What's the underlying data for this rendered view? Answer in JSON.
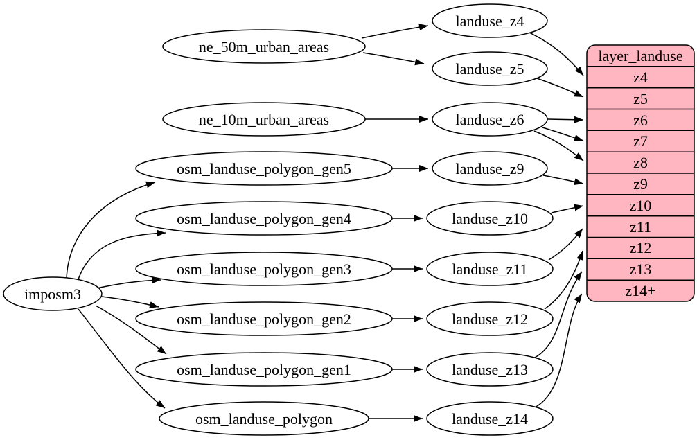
{
  "diagram": {
    "type": "digraph",
    "background": "#ffffff",
    "node_fill": "#ffffff",
    "node_stroke": "#000000",
    "record_fill": "#ffb6c1",
    "edge_color": "#000000",
    "text_color": "#000000"
  },
  "nodes": {
    "imposm3": {
      "label": "imposm3"
    },
    "ne_50m_urban_areas": {
      "label": "ne_50m_urban_areas"
    },
    "ne_10m_urban_areas": {
      "label": "ne_10m_urban_areas"
    },
    "osm_landuse_polygon_gen5": {
      "label": "osm_landuse_polygon_gen5"
    },
    "osm_landuse_polygon_gen4": {
      "label": "osm_landuse_polygon_gen4"
    },
    "osm_landuse_polygon_gen3": {
      "label": "osm_landuse_polygon_gen3"
    },
    "osm_landuse_polygon_gen2": {
      "label": "osm_landuse_polygon_gen2"
    },
    "osm_landuse_polygon_gen1": {
      "label": "osm_landuse_polygon_gen1"
    },
    "osm_landuse_polygon": {
      "label": "osm_landuse_polygon"
    },
    "landuse_z4": {
      "label": "landuse_z4"
    },
    "landuse_z5": {
      "label": "landuse_z5"
    },
    "landuse_z6": {
      "label": "landuse_z6"
    },
    "landuse_z9": {
      "label": "landuse_z9"
    },
    "landuse_z10": {
      "label": "landuse_z10"
    },
    "landuse_z11": {
      "label": "landuse_z11"
    },
    "landuse_z12": {
      "label": "landuse_z12"
    },
    "landuse_z13": {
      "label": "landuse_z13"
    },
    "landuse_z14": {
      "label": "landuse_z14"
    }
  },
  "record": {
    "title": "layer_landuse",
    "rows": [
      "z4",
      "z5",
      "z6",
      "z7",
      "z8",
      "z9",
      "z10",
      "z11",
      "z12",
      "z13",
      "z14+"
    ]
  },
  "edges": [
    {
      "from": "imposm3",
      "to": "osm_landuse_polygon_gen5"
    },
    {
      "from": "imposm3",
      "to": "osm_landuse_polygon_gen4"
    },
    {
      "from": "imposm3",
      "to": "osm_landuse_polygon_gen3"
    },
    {
      "from": "imposm3",
      "to": "osm_landuse_polygon_gen2"
    },
    {
      "from": "imposm3",
      "to": "osm_landuse_polygon_gen1"
    },
    {
      "from": "imposm3",
      "to": "osm_landuse_polygon"
    },
    {
      "from": "ne_50m_urban_areas",
      "to": "landuse_z4"
    },
    {
      "from": "ne_50m_urban_areas",
      "to": "landuse_z5"
    },
    {
      "from": "ne_10m_urban_areas",
      "to": "landuse_z6"
    },
    {
      "from": "osm_landuse_polygon_gen5",
      "to": "landuse_z9"
    },
    {
      "from": "osm_landuse_polygon_gen4",
      "to": "landuse_z10"
    },
    {
      "from": "osm_landuse_polygon_gen3",
      "to": "landuse_z11"
    },
    {
      "from": "osm_landuse_polygon_gen2",
      "to": "landuse_z12"
    },
    {
      "from": "osm_landuse_polygon_gen1",
      "to": "landuse_z13"
    },
    {
      "from": "osm_landuse_polygon",
      "to": "landuse_z14"
    },
    {
      "from": "landuse_z4",
      "to": "layer_landuse.z4"
    },
    {
      "from": "landuse_z5",
      "to": "layer_landuse.z5"
    },
    {
      "from": "landuse_z6",
      "to": "layer_landuse.z6"
    },
    {
      "from": "landuse_z6",
      "to": "layer_landuse.z7"
    },
    {
      "from": "landuse_z6",
      "to": "layer_landuse.z8"
    },
    {
      "from": "landuse_z9",
      "to": "layer_landuse.z9"
    },
    {
      "from": "landuse_z10",
      "to": "layer_landuse.z10"
    },
    {
      "from": "landuse_z11",
      "to": "layer_landuse.z11"
    },
    {
      "from": "landuse_z12",
      "to": "layer_landuse.z12"
    },
    {
      "from": "landuse_z13",
      "to": "layer_landuse.z13"
    },
    {
      "from": "landuse_z14",
      "to": "layer_landuse.z14+"
    }
  ]
}
